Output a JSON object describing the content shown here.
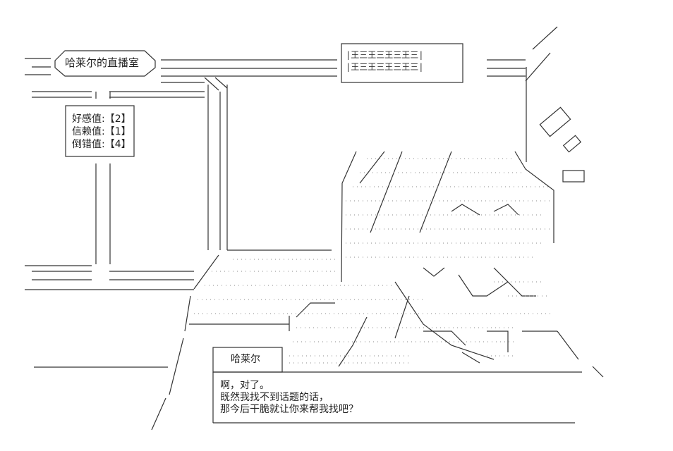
{
  "sign": {
    "title": "哈莱尔的直播室"
  },
  "stats": [
    {
      "label": "好感值:【2】"
    },
    {
      "label": "信赖值:【1】"
    },
    {
      "label": "倒错值:【4】"
    }
  ],
  "top_sign_art": [
    "|王三王三王三王三|",
    "|王三王三王三王三|"
  ],
  "dialog": {
    "speaker": "哈莱尔",
    "lines": [
      "啊，对了。",
      "既然我找不到话题的话，",
      "那今后干脆就让你来帮我找吧？"
    ]
  },
  "colors": {
    "ink": "#222222",
    "background": "#ffffff"
  }
}
